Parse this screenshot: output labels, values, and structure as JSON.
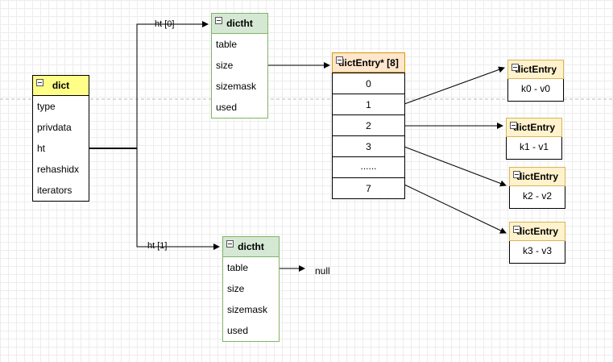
{
  "dict": {
    "title": "dict",
    "fields": [
      "type",
      "privdata",
      "ht",
      "rehashidx",
      "iterators"
    ]
  },
  "ht0": {
    "edge_label": "ht [0]",
    "title": "dictht",
    "fields": [
      "table",
      "size",
      "sizemask",
      "used"
    ]
  },
  "ht1": {
    "edge_label": "ht [1]",
    "title": "dictht",
    "fields": [
      "table",
      "size",
      "sizemask",
      "used"
    ],
    "table_target": "null"
  },
  "bucket_array": {
    "title": "dictEntry* [8]",
    "cells": [
      "0",
      "1",
      "2",
      "3",
      "......",
      "7"
    ]
  },
  "entries": [
    {
      "title": "dictEntry",
      "value": "k0 -  v0"
    },
    {
      "title": "dictEntry",
      "value": "k1 -  v1"
    },
    {
      "title": "dictEntry",
      "value": "k2 -  v2"
    },
    {
      "title": "dictEntry",
      "value": "k3 -  v3"
    }
  ]
}
